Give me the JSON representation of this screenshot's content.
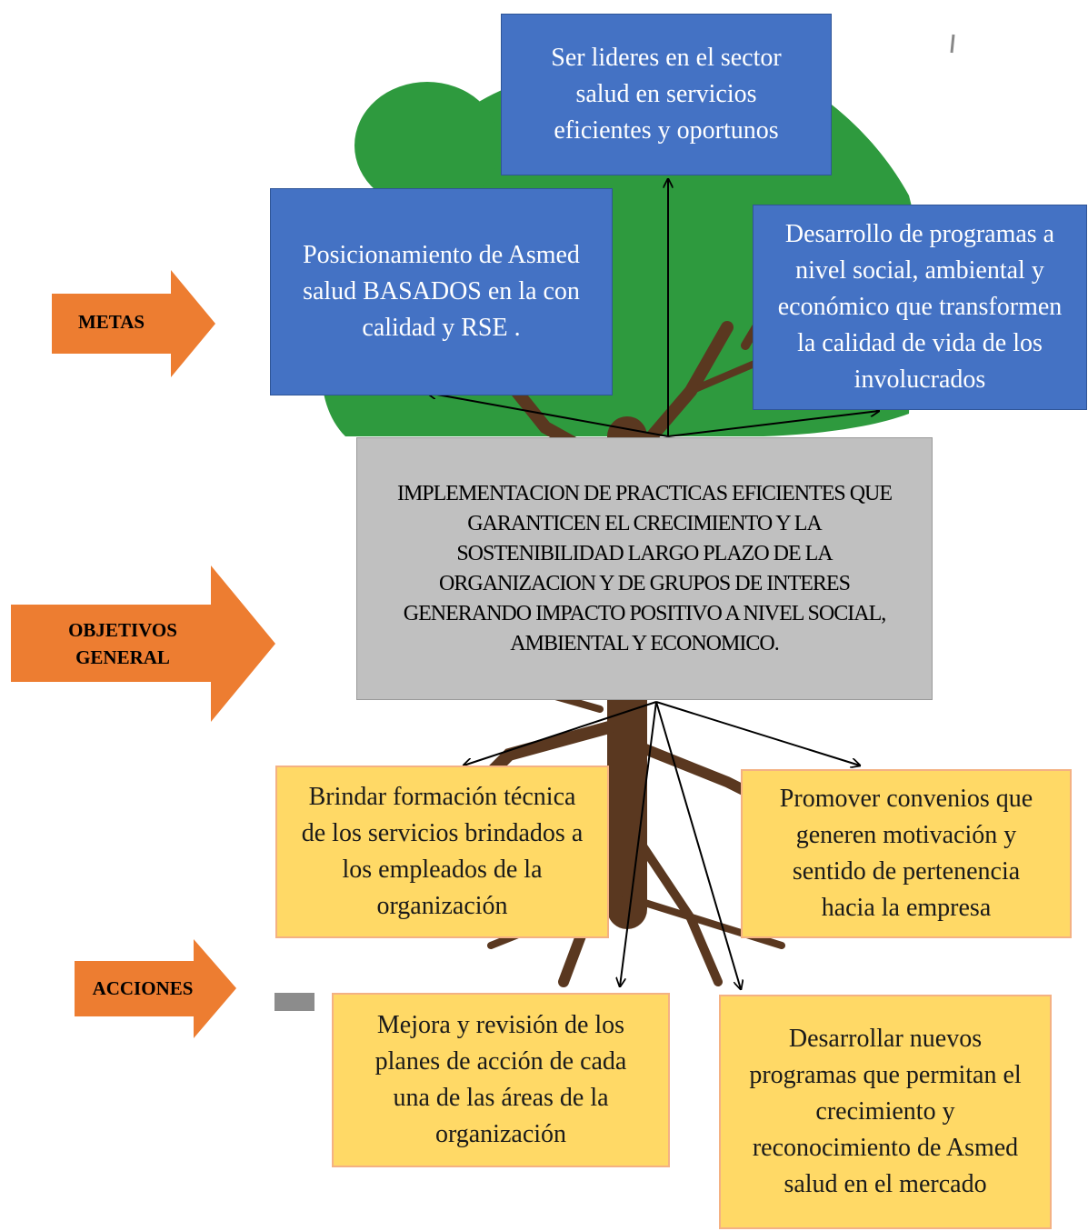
{
  "colors": {
    "goal_box": "#4472c4",
    "objective_box": "#c0c0c0",
    "action_box": "#ffd966",
    "action_border": "#f4b183",
    "arrow": "#ed7d31",
    "foliage": "#2e9a3e",
    "trunk": "#5a3820"
  },
  "labels": {
    "metas": "METAS",
    "objetivos": "OBJETIVOS\nGENERAL",
    "acciones": "ACCIONES"
  },
  "metas": {
    "top": "Ser lideres en el sector\nsalud en servicios\neficientes y oportunos",
    "left": "Posicionamiento de Asmed\nsalud BASADOS en la con\ncalidad  y RSE .",
    "right": "Desarrollo de programas a\nnivel social, ambiental y\neconómico que transformen\nla calidad de vida de los\ninvolucrados"
  },
  "objetivo": "IMPLEMENTACION DE PRACTICAS EFICIENTES QUE\nGARANTICEN EL CRECIMIENTO Y LA\nSOSTENIBILIDAD  LARGO PLAZO DE LA\nORGANIZACION Y DE GRUPOS DE INTERES\nGENERANDO IMPACTO POSITIVO A NIVEL SOCIAL,\nAMBIENTAL Y ECONOMICO.",
  "acciones": {
    "a1": "Brindar formación técnica\nde los servicios brindados a\nlos empleados de la\norganización",
    "a2": "Promover convenios que\ngeneren motivación y\nsentido de pertenencia\nhacia la empresa",
    "a3": "Mejora y revisión de los\nplanes de acción de cada\nuna de las áreas de la\norganización",
    "a4": "Desarrollar nuevos\nprogramas que permitan el\ncrecimiento y\nreconocimiento de Asmed\nsalud en el mercado"
  }
}
